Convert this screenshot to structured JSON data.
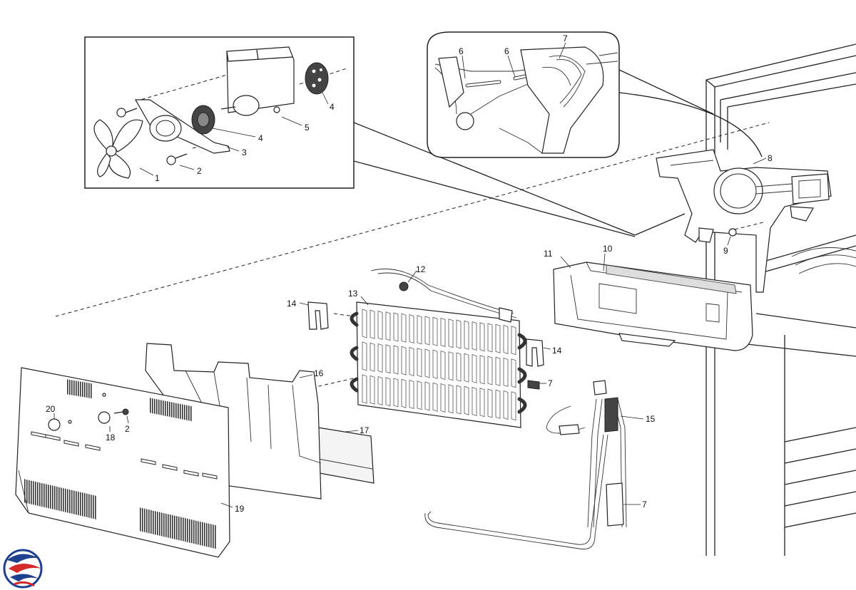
{
  "callouts": {
    "c1": "1",
    "c2a": "2",
    "c2b": "2",
    "c3": "3",
    "c4a": "4",
    "c4b": "4",
    "c5": "5",
    "c6a": "6",
    "c6b": "6",
    "c7a": "7",
    "c7b": "7",
    "c7c": "7",
    "c8": "8",
    "c9": "9",
    "c10": "10",
    "c11": "11",
    "c12": "12",
    "c13": "13",
    "c14a": "14",
    "c14b": "14",
    "c15": "15",
    "c16": "16",
    "c17": "17",
    "c18": "18",
    "c19": "19",
    "c20": "20"
  },
  "logo": {
    "colors": [
      "#1f3f8f",
      "#d42a2a"
    ]
  }
}
